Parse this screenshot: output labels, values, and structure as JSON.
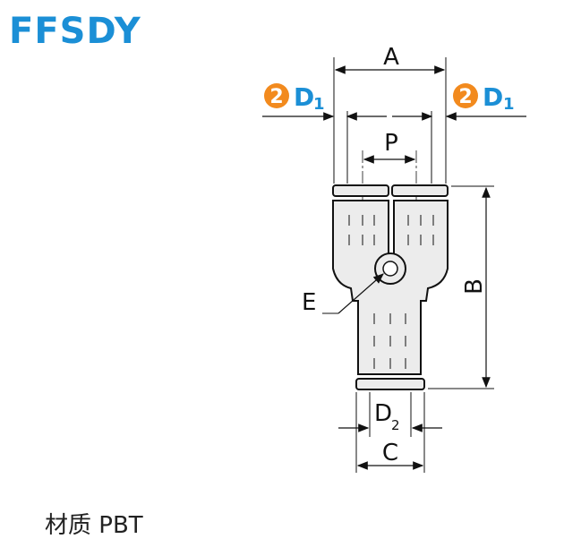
{
  "title": "FFSDY",
  "material": "材质 PBT",
  "colors": {
    "title": "#1b8fd6",
    "badge": "#f28a1e",
    "line": "#111111",
    "body_fill": "#ececec"
  },
  "labels": {
    "A": "A",
    "B": "B",
    "C": "C",
    "P": "P",
    "E": "E",
    "D2_main": "D",
    "D2_sub": "2",
    "port_left": {
      "badge": "2",
      "main": "D",
      "sub": "1"
    },
    "port_right": {
      "badge": "2",
      "main": "D",
      "sub": "1"
    }
  }
}
